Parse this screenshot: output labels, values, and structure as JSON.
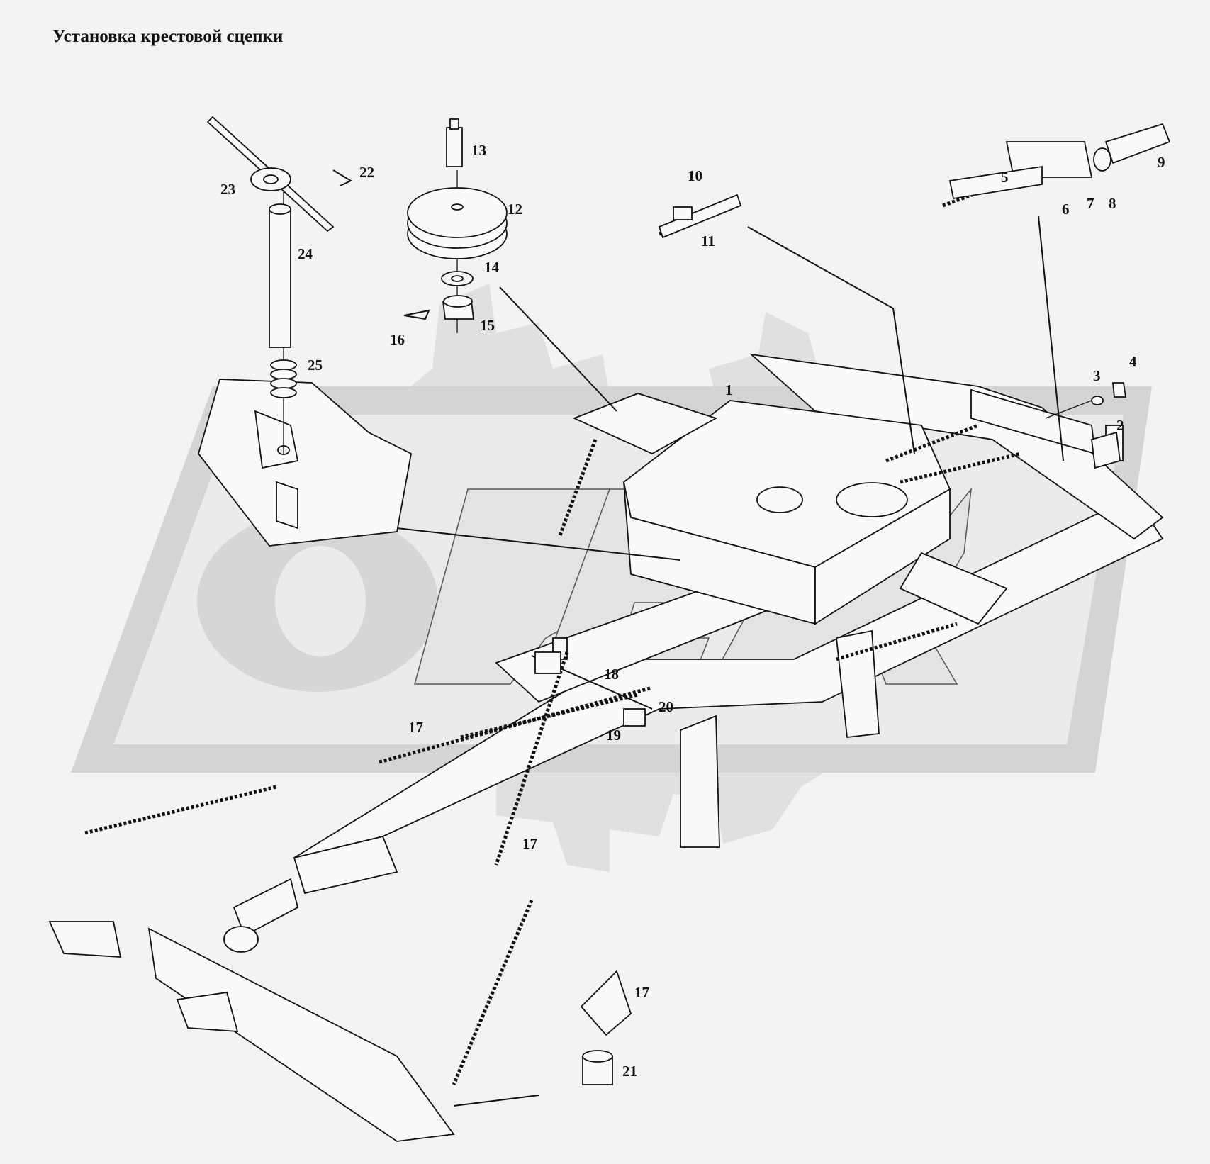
{
  "title": "Установка крестовой сцепки",
  "callouts": [
    {
      "id": "c1",
      "label": "1"
    },
    {
      "id": "c2",
      "label": "2"
    },
    {
      "id": "c3",
      "label": "3"
    },
    {
      "id": "c4",
      "label": "4"
    },
    {
      "id": "c5",
      "label": "5"
    },
    {
      "id": "c6",
      "label": "6"
    },
    {
      "id": "c7",
      "label": "7"
    },
    {
      "id": "c8",
      "label": "8"
    },
    {
      "id": "c9",
      "label": "9"
    },
    {
      "id": "c10",
      "label": "10"
    },
    {
      "id": "c11",
      "label": "11"
    },
    {
      "id": "c12",
      "label": "12"
    },
    {
      "id": "c13",
      "label": "13"
    },
    {
      "id": "c14",
      "label": "14"
    },
    {
      "id": "c15",
      "label": "15"
    },
    {
      "id": "c16",
      "label": "16"
    },
    {
      "id": "c17a",
      "label": "17"
    },
    {
      "id": "c17b",
      "label": "17"
    },
    {
      "id": "c17c",
      "label": "17"
    },
    {
      "id": "c18",
      "label": "18"
    },
    {
      "id": "c19",
      "label": "19"
    },
    {
      "id": "c20",
      "label": "20"
    },
    {
      "id": "c21",
      "label": "21"
    },
    {
      "id": "c22",
      "label": "22"
    },
    {
      "id": "c23",
      "label": "23"
    },
    {
      "id": "c24",
      "label": "24"
    },
    {
      "id": "c25",
      "label": "25"
    }
  ],
  "colors": {
    "background": "#f3f3f3",
    "watermark": "#cdcdcd",
    "line": "#111111"
  }
}
